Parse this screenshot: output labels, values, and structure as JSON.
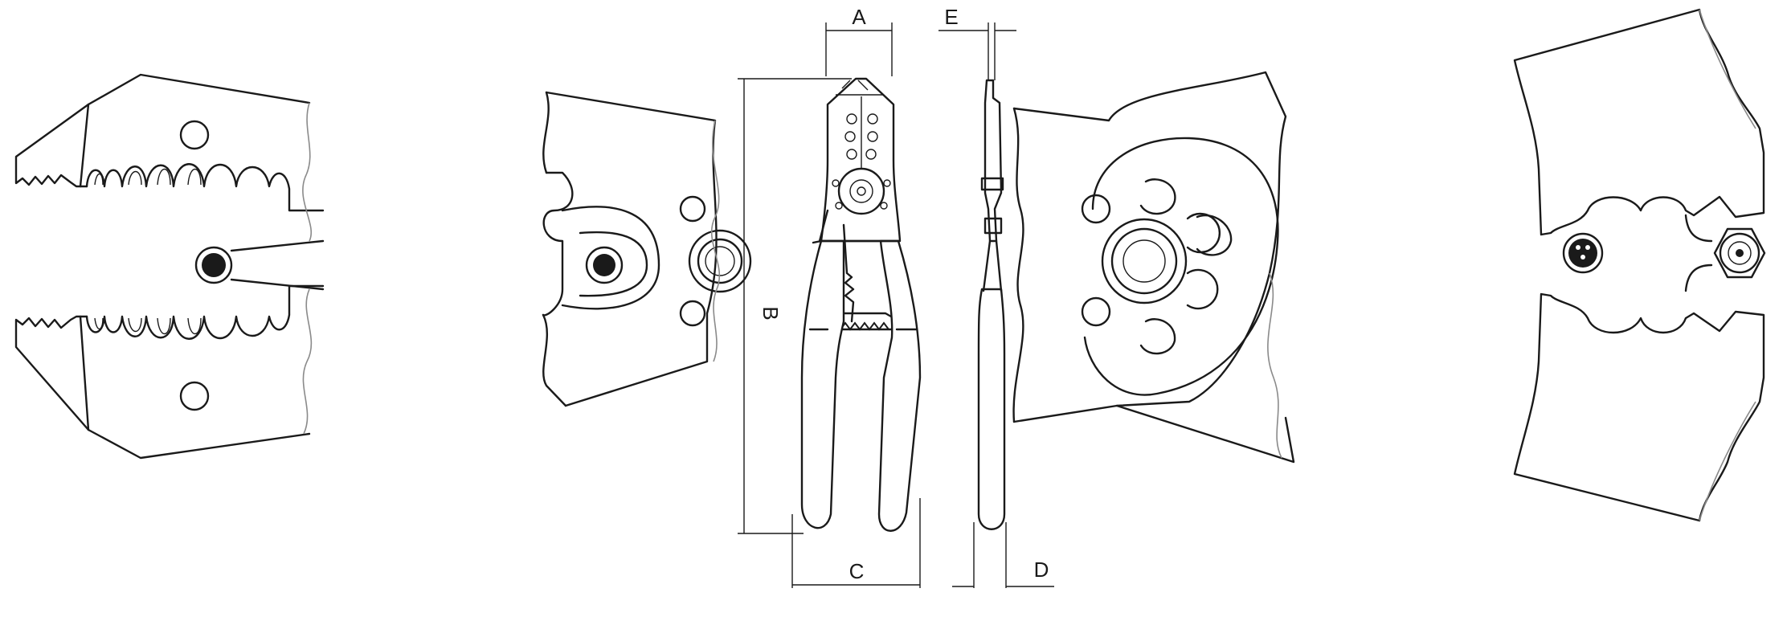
{
  "dimensions": {
    "A": "A",
    "B": "B",
    "C": "C",
    "D": "D",
    "E": "E"
  },
  "colors": {
    "line": "#1a1a1a",
    "break_line": "#8a8a8a",
    "background": "#ffffff"
  }
}
